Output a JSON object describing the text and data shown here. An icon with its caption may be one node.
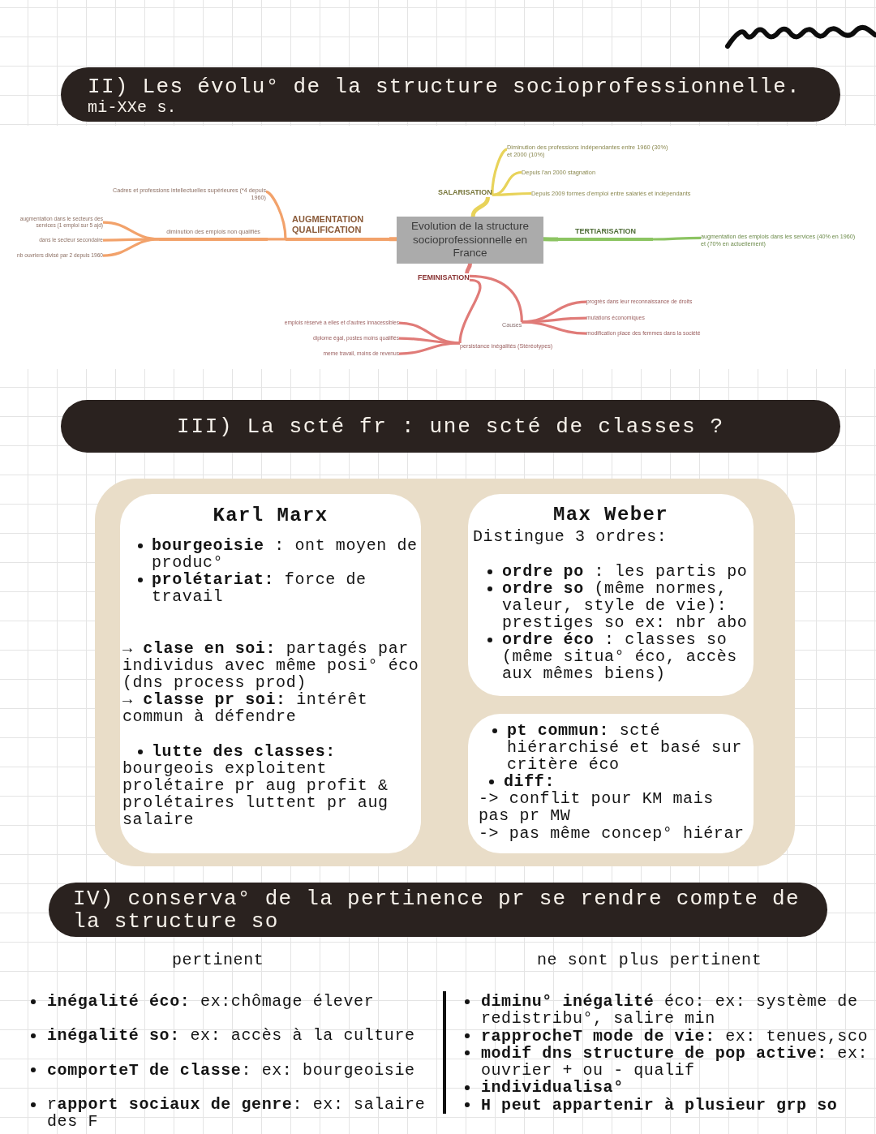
{
  "diagram": {
    "nodes": [
      {
        "text": [
          "II) Les évolu° de la structure socioprofessionnelle.",
          "mi-XXe s."
        ]
      },
      {
        "text": [
          "Evolution de la structure socioprofessionnelle en France"
        ]
      },
      {
        "text": [
          "SALARISATION"
        ]
      },
      {
        "text": [
          "Diminution des professions indépendantes entre 1960 (30%) et 2000 (10%)"
        ]
      },
      {
        "text": [
          "Depuis l'an 2000 stagnation"
        ]
      },
      {
        "text": [
          "Depuis 2009 formes d'emploi entre salariés et indépendants"
        ]
      },
      {
        "text": [
          "TERTIARISATION"
        ]
      },
      {
        "text": [
          "augmentation des emplois dans les services (40% en 1960) et (70% en actuellement)"
        ]
      },
      {
        "text": [
          "AUGMENTATION QUALIFICATION"
        ]
      },
      {
        "text": [
          "Cadres et professions intellectuelles supérieures (*4 depuis 1960)"
        ]
      },
      {
        "text": [
          "diminution des emplois non qualifiés"
        ]
      },
      {
        "text": [
          "augmentation dans le secteurs des services (1 emploi sur 5 ajd)"
        ]
      },
      {
        "text": [
          "dans le secteur secondaire"
        ]
      },
      {
        "text": [
          "nb ouvriers divisé par 2 depuis 1960"
        ]
      },
      {
        "text": [
          "FEMINISATION"
        ]
      },
      {
        "text": [
          "Causes"
        ]
      },
      {
        "text": [
          "progrès dans leur reconnaissance de droits"
        ]
      },
      {
        "text": [
          "mutations économiques"
        ]
      },
      {
        "text": [
          "modification place des femmes dans la société"
        ]
      },
      {
        "text": [
          "persistance inégalités (Stéréotypes)"
        ]
      },
      {
        "text": [
          "emplois réservé a elles et d'autres innacessibles"
        ]
      },
      {
        "text": [
          "diplome égal, postes moins qualifiés"
        ]
      },
      {
        "text": [
          "meme travail, moins de revenus"
        ]
      },
      {
        "text": [
          "III) La scté fr : une scté de classes ?"
        ]
      },
      {
        "text": [],
        "shape": "box"
      },
      {
        "text": [
          "Karl Marx",
          "**bourgeoisie** : ont moyen de produc°",
          "**prolétariat:** force de travail",
          "→ **clase en soi:** partagés par individus avec même posi° éco (dns process prod)",
          "→ **classe pr soi:** intérêt commun à défendre",
          "**lutte des classes:** bourgeois exploitent prolétaire pr aug profit & prolétaires luttent pr aug salaire"
        ],
        "in": 24
      },
      {
        "text": [
          "Max Weber",
          "Distingue 3 ordres:",
          "**ordre po** : les partis po",
          "**ordre so** (même normes, valeur, style de vie): prestiges so ex: nbr abo",
          "**ordre éco** : classes so (même situa° éco, accès aux mêmes biens)"
        ],
        "in": 24
      },
      {
        "text": [
          "**pt commun:** scté hiérarchisé et basé sur critère éco",
          "diff:",
          "-> conflit pour KM mais pas pr MW",
          "-> pas même concep° hiérar"
        ],
        "in": 24
      },
      {
        "text": [
          "IV) conserva° de la pertinence pr se rendre compte de la structure so"
        ]
      }
    ],
    "edges": [
      {
        "from": 1,
        "to": 2,
        "arrow": "none",
        "color": "#e8d35a"
      },
      {
        "from": 2,
        "to": 3,
        "arrow": "none",
        "color": "#e8d35a"
      },
      {
        "from": 2,
        "to": 4,
        "arrow": "none",
        "color": "#e8d35a"
      },
      {
        "from": 2,
        "to": 5,
        "arrow": "none",
        "color": "#e8d35a"
      },
      {
        "from": 1,
        "to": 6,
        "arrow": "none",
        "color": "#8cc462"
      },
      {
        "from": 6,
        "to": 7,
        "arrow": "none",
        "color": "#8cc462"
      },
      {
        "from": 1,
        "to": 8,
        "arrow": "none",
        "color": "#f2a26b"
      },
      {
        "from": 8,
        "to": 9,
        "arrow": "none",
        "color": "#f2a26b"
      },
      {
        "from": 8,
        "to": 10,
        "arrow": "none",
        "color": "#f2a26b"
      },
      {
        "from": 10,
        "to": 11,
        "arrow": "none",
        "color": "#f2a26b"
      },
      {
        "from": 10,
        "to": 12,
        "arrow": "none",
        "color": "#f2a26b"
      },
      {
        "from": 10,
        "to": 13,
        "arrow": "none",
        "color": "#f2a26b"
      },
      {
        "from": 1,
        "to": 14,
        "arrow": "none",
        "color": "#e07b78"
      },
      {
        "from": 14,
        "to": 15,
        "arrow": "none",
        "color": "#e07b78"
      },
      {
        "from": 15,
        "to": 16,
        "arrow": "none",
        "color": "#e07b78"
      },
      {
        "from": 15,
        "to": 17,
        "arrow": "none",
        "color": "#e07b78"
      },
      {
        "from": 15,
        "to": 18,
        "arrow": "none",
        "color": "#e07b78"
      },
      {
        "from": 14,
        "to": 19,
        "arrow": "none",
        "color": "#e07b78"
      },
      {
        "from": 19,
        "to": 20,
        "arrow": "none",
        "color": "#e07b78"
      },
      {
        "from": 19,
        "to": 21,
        "arrow": "none",
        "color": "#e07b78"
      },
      {
        "from": 19,
        "to": 22,
        "arrow": "none",
        "color": "#e07b78"
      }
    ],
    "labels": [
      "pertinent",
      "ne sont plus pertinent",
      "**inégalité éco:** ex:chômage élever",
      "**inégalité so:** ex: accès à la culture",
      "**comporteT de classe**: ex: bourgeoisie",
      "r**apport sociaux de genre**: ex: salaire des F",
      "**diminu° inégalité** éco: ex: système de redistribu°, salire min",
      "**rapprocheT mode de vie:** ex: tenues,sco",
      "**modif dns structure de pop active:** ex: ouvrier + ou - qualif",
      "individualisa°",
      "H peut appartenir à plusieur grp so"
    ]
  }
}
